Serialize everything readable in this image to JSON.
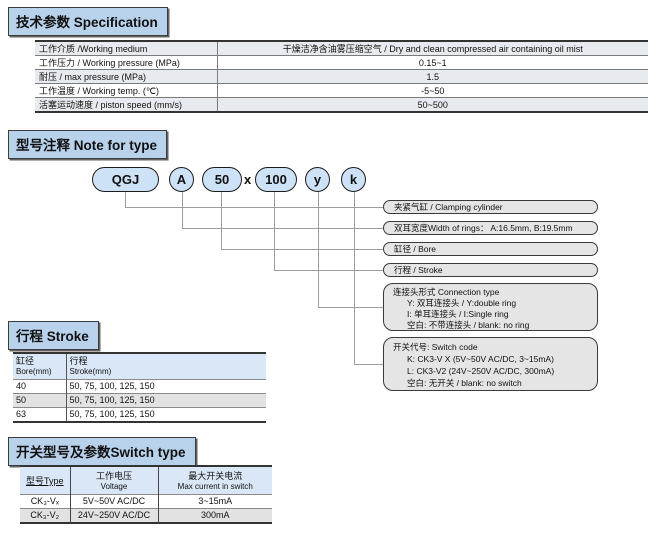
{
  "colors": {
    "header_bg": "#b8d2ec",
    "table_header_bg": "#d9e7f6",
    "shade_row": "#e7ebef",
    "gray_row": "#e2e2e2",
    "bubble_bg": "#cde2f6",
    "label_bg": "#e5e5e5"
  },
  "spec_section": {
    "title": "技术参数 Specification",
    "rows": [
      {
        "label": "工作介质 /Working medium",
        "value": "干燥洁净含油雾压缩空气 / Dry and clean compressed air containing oil mist"
      },
      {
        "label": "工作压力 / Working pressure (MPa)",
        "value": "0.15~1"
      },
      {
        "label": "耐压 / max pressure  (MPa)",
        "value": "1.5"
      },
      {
        "label": "工作温度 / Working temp. (℃)",
        "value": "-5~50"
      },
      {
        "label": "活塞运动速度 / piston speed (mm/s)",
        "value": "50~500"
      }
    ]
  },
  "type_section": {
    "title": "型号注释 Note for type",
    "code": {
      "p0": "QGJ",
      "p1": "A",
      "p2": "50",
      "sep": "x",
      "p3": "100",
      "p4": "y",
      "p5": "k"
    },
    "labels": [
      "夹紧气缸 / Clamping cylinder",
      "双耳宽度Width of rings： A:16.5mm, B:19.5mm",
      "缸径 / Bore",
      "行程 / Stroke"
    ],
    "connection_box": {
      "title": "连接头形式 Connection type",
      "line1": "Y: 双耳连接头 / Y:double ring",
      "line2": "I: 单耳连接头 / I:Single ring",
      "line3": "空白: 不带连接头 / blank: no ring"
    },
    "switch_box": {
      "title": "开关代号: Switch code",
      "line1": "K: CK3-V X (5V~50V AC/DC, 3~15mA)",
      "line2": "L: CK3-V2 (24V~250V AC/DC, 300mA)",
      "line3": "空白: 无开关 / blank: no switch"
    }
  },
  "stroke_section": {
    "title": "行程 Stroke",
    "col1_header": {
      "line1": "缸径",
      "line2": "Bore(mm)"
    },
    "col2_header": {
      "line1": "行程",
      "line2": "Stroke(mm)"
    },
    "rows": [
      {
        "bore": "40",
        "stroke": "50, 75, 100, 125, 150"
      },
      {
        "bore": "50",
        "stroke": "50, 75, 100, 125, 150"
      },
      {
        "bore": "63",
        "stroke": "50, 75, 100, 125, 150"
      }
    ]
  },
  "switch_section": {
    "title": "开关型号及参数Switch type",
    "col1_header": "型号Type",
    "col2_header": {
      "line1": "工作电压",
      "line2": "Voltage"
    },
    "col3_header": {
      "line1": "最大开关电流",
      "line2": "Max current in switch"
    },
    "rows": [
      {
        "type": "CK₃-Vₓ",
        "voltage": "5V~50V AC/DC",
        "current": "3~15mA"
      },
      {
        "type": "CK₃-V₂",
        "voltage": "24V~250V AC/DC",
        "current": "300mA"
      }
    ]
  }
}
